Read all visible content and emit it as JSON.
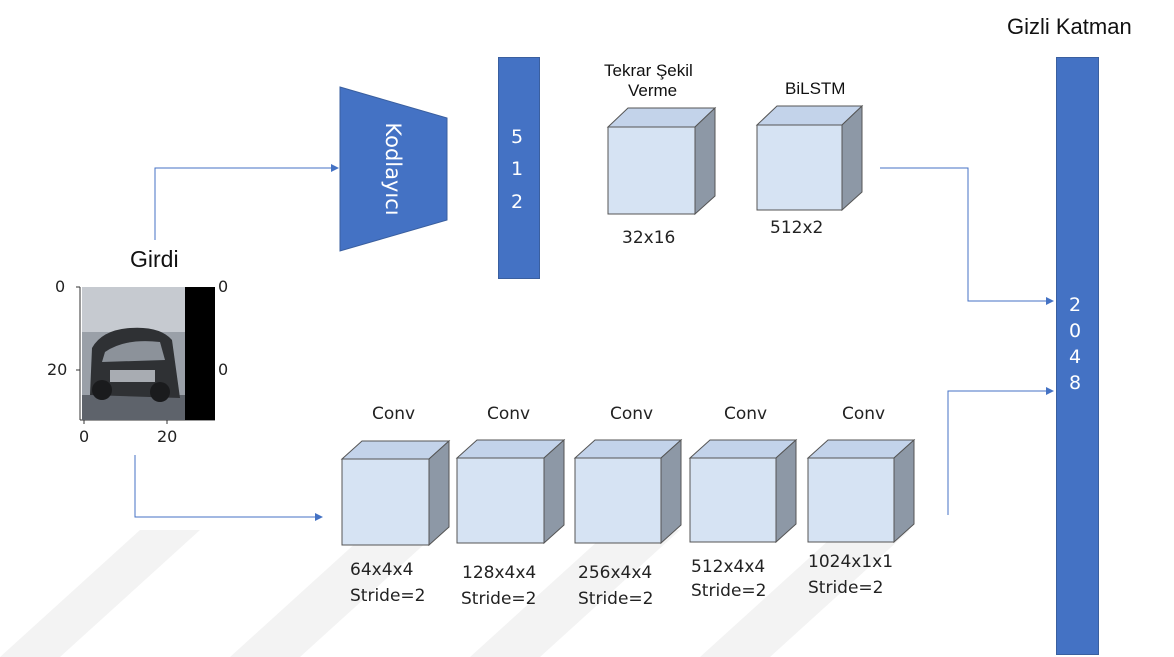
{
  "hidden_layer": {
    "title": "Gizli Katman",
    "digits": [
      "2",
      "0",
      "4",
      "8"
    ]
  },
  "encoder": {
    "label": "Kodlayıcı"
  },
  "latent": {
    "digits": [
      "5",
      "1",
      "2"
    ]
  },
  "reshape": {
    "label_line1": "Tekrar Şekil",
    "label_line2": "Verme",
    "size": "32x16"
  },
  "bilstm": {
    "label": "BiLSTM",
    "size": "512x2"
  },
  "input": {
    "title": "Girdi",
    "y_ticks": [
      "0",
      "20"
    ],
    "x_ticks": [
      "0",
      "20"
    ],
    "right_ticks": [
      "0",
      "0"
    ]
  },
  "conv_blocks": [
    {
      "label": "Conv",
      "size": "64x4x4",
      "stride": "Stride=2"
    },
    {
      "label": "Conv",
      "size": "128x4x4",
      "stride": "Stride=2"
    },
    {
      "label": "Conv",
      "size": "256x4x4",
      "stride": "Stride=2"
    },
    {
      "label": "Conv",
      "size": "512x4x4",
      "stride": "Stride=2"
    },
    {
      "label": "Conv",
      "size": "1024x1x1",
      "stride": "Stride=2"
    }
  ],
  "colors": {
    "block_blue": "#4472c4",
    "cube_front": "#d6e3f3",
    "cube_top": "#c3d3ea",
    "cube_side": "#8d98a6",
    "arrow": "#4472c4"
  }
}
